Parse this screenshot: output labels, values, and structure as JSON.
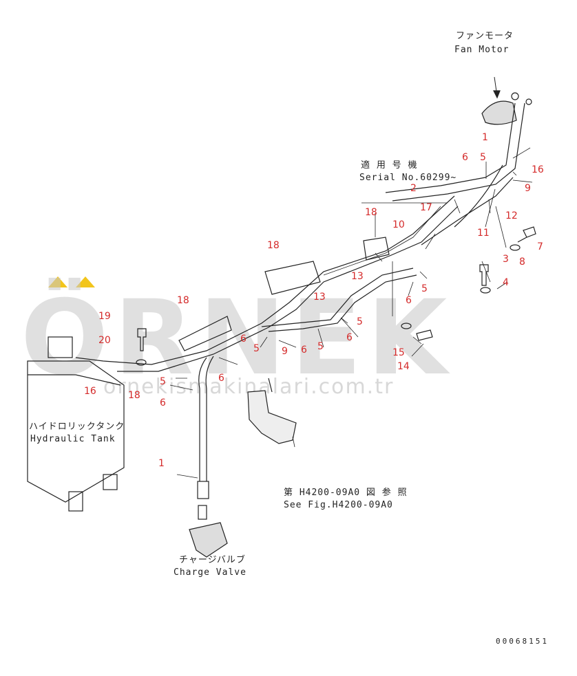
{
  "labels": {
    "fan_motor_jp": "ファンモータ",
    "fan_motor_en": "Fan Motor",
    "serial_jp": "適 用 号 機",
    "serial_en": "Serial No.60299~",
    "tank_jp": "ハイドロリックタンク",
    "tank_en": "Hydraulic Tank",
    "fig_jp": "第 H4200-09A0 図 参 照",
    "fig_en": "See Fig.H4200-09A0",
    "charge_jp": "チャージバルブ",
    "charge_en": "Charge Valve",
    "drawing_no": "00068151"
  },
  "watermark": {
    "brand": "ÖRNEK",
    "site": "ornekismakinalari.com.tr"
  },
  "callouts": [
    "1",
    "5",
    "6",
    "16",
    "2",
    "9",
    "18",
    "12",
    "17",
    "10",
    "11",
    "3",
    "8",
    "7",
    "13",
    "4",
    "5",
    "6",
    "18",
    "13",
    "6",
    "18",
    "19",
    "5",
    "6",
    "20",
    "5",
    "6",
    "9",
    "6",
    "5",
    "15",
    "14",
    "16",
    "18",
    "5",
    "6",
    "1"
  ],
  "colors": {
    "callout": "#d42a2a",
    "line": "#222222",
    "watermark": "#c8c8c8",
    "accent": "#f2c51c"
  }
}
